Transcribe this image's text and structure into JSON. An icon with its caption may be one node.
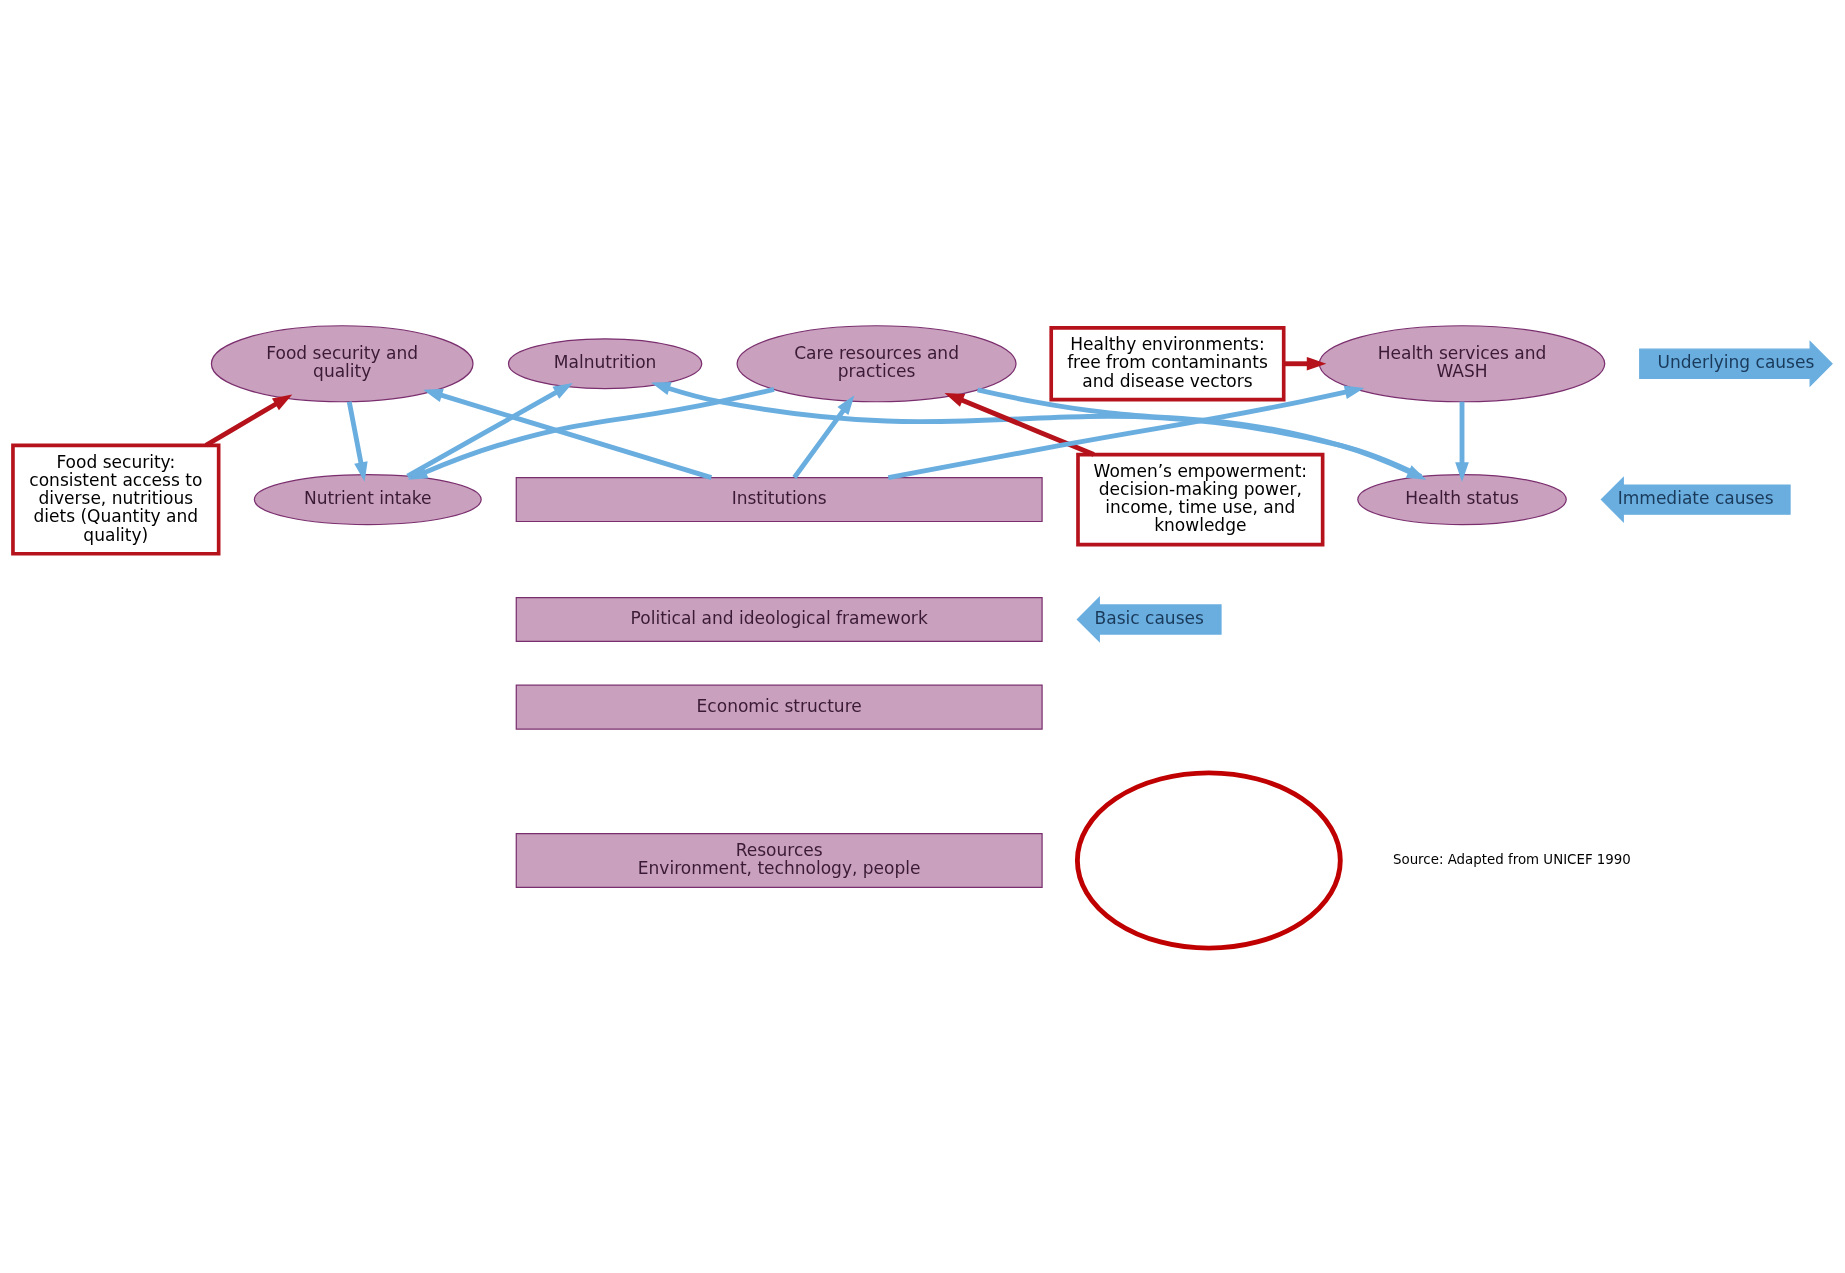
{
  "diagram": {
    "nodes": [
      {
        "text": [
          "Malnutrition"
        ]
      },
      {
        "text": [
          "Nutrient intake"
        ]
      },
      {
        "text": [
          "Health status"
        ]
      },
      {
        "text": [
          "Immediate causes"
        ]
      },
      {
        "text": [
          "Food security:",
          "consistent access to diverse, nutritious diets (Quantity and quality)"
        ]
      },
      {
        "text": [
          "Underlying causes"
        ]
      },
      {
        "text": [
          "Food security and quality"
        ]
      },
      {
        "text": [
          "Care resources and practices"
        ]
      },
      {
        "text": [
          "Health services and WASH"
        ]
      },
      {
        "text": [
          "Healthy environments:",
          "free from contaminants and disease vectors"
        ]
      },
      {
        "text": [
          "Women’s empowerment:",
          "decision-making power, income, time use, and knowledge"
        ]
      },
      {
        "text": [
          "Institutions"
        ]
      },
      {
        "text": [
          "Political and ideological framework"
        ]
      },
      {
        "text": [
          "Economic structure"
        ]
      },
      {
        "text": [
          "Resources",
          "Environment, technology, people"
        ]
      },
      {
        "text": [
          "Basic causes"
        ]
      },
      {
        "text": [],
        "shape": "ellipse"
      }
    ],
    "edges": [
      {
        "from": 1,
        "to": 0,
        "arrow": "to"
      },
      {
        "from": 2,
        "to": 0,
        "arrow": "to"
      },
      {
        "from": 6,
        "to": 1,
        "arrow": "to"
      },
      {
        "from": 7,
        "to": 1,
        "arrow": "to"
      },
      {
        "from": 7,
        "to": 2,
        "arrow": "to"
      },
      {
        "from": 8,
        "to": 2,
        "arrow": "to"
      },
      {
        "from": 11,
        "to": 6,
        "arrow": "to"
      },
      {
        "from": 11,
        "to": 7,
        "arrow": "to"
      },
      {
        "from": 11,
        "to": 8,
        "arrow": "to"
      },
      {
        "from": 4,
        "to": 6,
        "arrow": "to",
        "color": "#b5121b"
      },
      {
        "from": 10,
        "to": 7,
        "arrow": "to",
        "color": "#b5121b"
      },
      {
        "from": 9,
        "to": 8,
        "arrow": "to",
        "color": "#b5121b"
      }
    ],
    "labels": [
      "Source: Adapted from UNICEF 1990"
    ]
  }
}
